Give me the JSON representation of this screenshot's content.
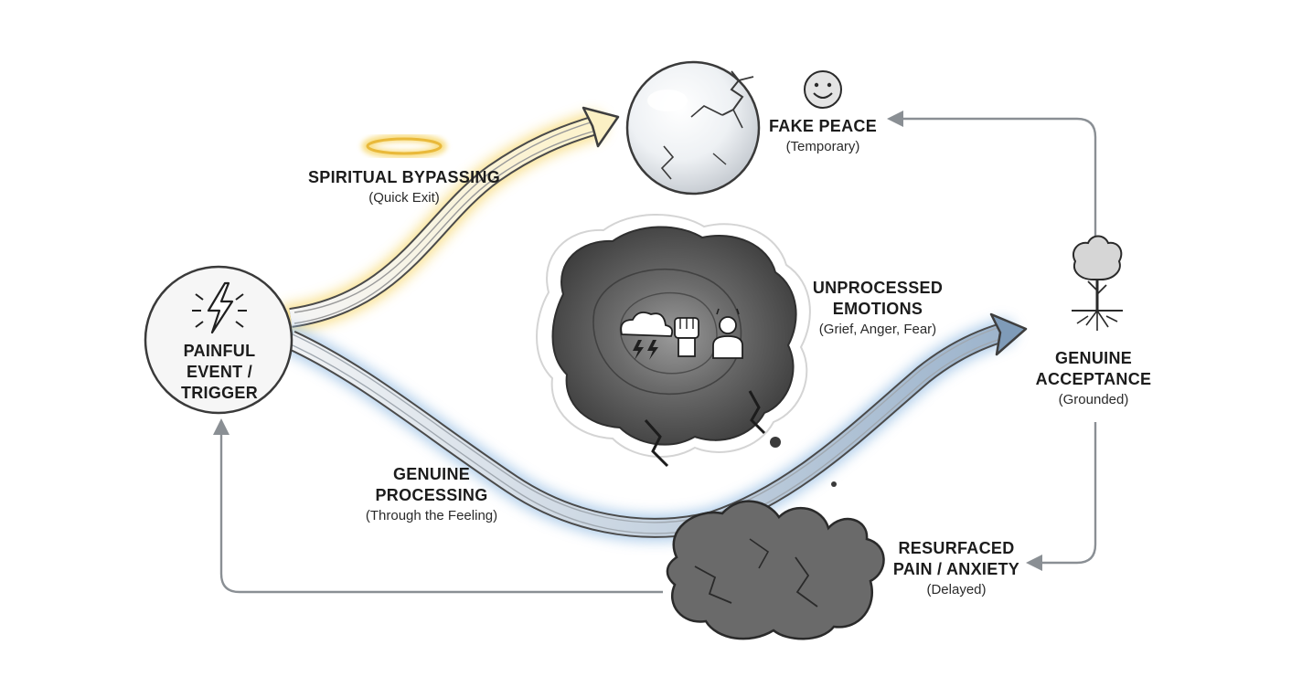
{
  "nodes": {
    "trigger": {
      "title_lines": [
        "PAINFUL",
        "EVENT /",
        "TRIGGER"
      ]
    },
    "bypass": {
      "title": "SPIRITUAL BYPASSING",
      "subtitle": "(Quick Exit)"
    },
    "fake_peace": {
      "title": "FAKE PEACE",
      "subtitle": "(Temporary)"
    },
    "unprocessed": {
      "title_lines": [
        "UNPROCESSED",
        "EMOTIONS"
      ],
      "subtitle": "(Grief, Anger, Fear)"
    },
    "processing": {
      "title_lines": [
        "GENUINE",
        "PROCESSING"
      ],
      "subtitle": "(Through the Feeling)"
    },
    "acceptance": {
      "title_lines": [
        "GENUINE",
        "ACCEPTANCE"
      ],
      "subtitle": "(Grounded)"
    },
    "resurfaced": {
      "title_lines": [
        "RESURFACED",
        "PAIN / ANXIETY"
      ],
      "subtitle": "(Delayed)"
    }
  },
  "icons": {
    "trigger": "lightning-bolt-icon",
    "bypass": "halo-icon",
    "fake_peace": "smiley-face-icon",
    "fake_peace_orb": "cracked-orb-icon",
    "storm": "storm-cloud-icon",
    "fist": "raised-fist-icon",
    "fear": "distressed-person-icon",
    "acceptance": "rooted-tree-icon"
  },
  "colors": {
    "bypass_glow": "#f7d76b",
    "processing_glow": "#9fc3e6",
    "processing_arrow": "#7f9bb8",
    "loop_arrow": "#8a8f94",
    "cloud": "#5b5b5b",
    "puddle": "#6a6a6a"
  }
}
